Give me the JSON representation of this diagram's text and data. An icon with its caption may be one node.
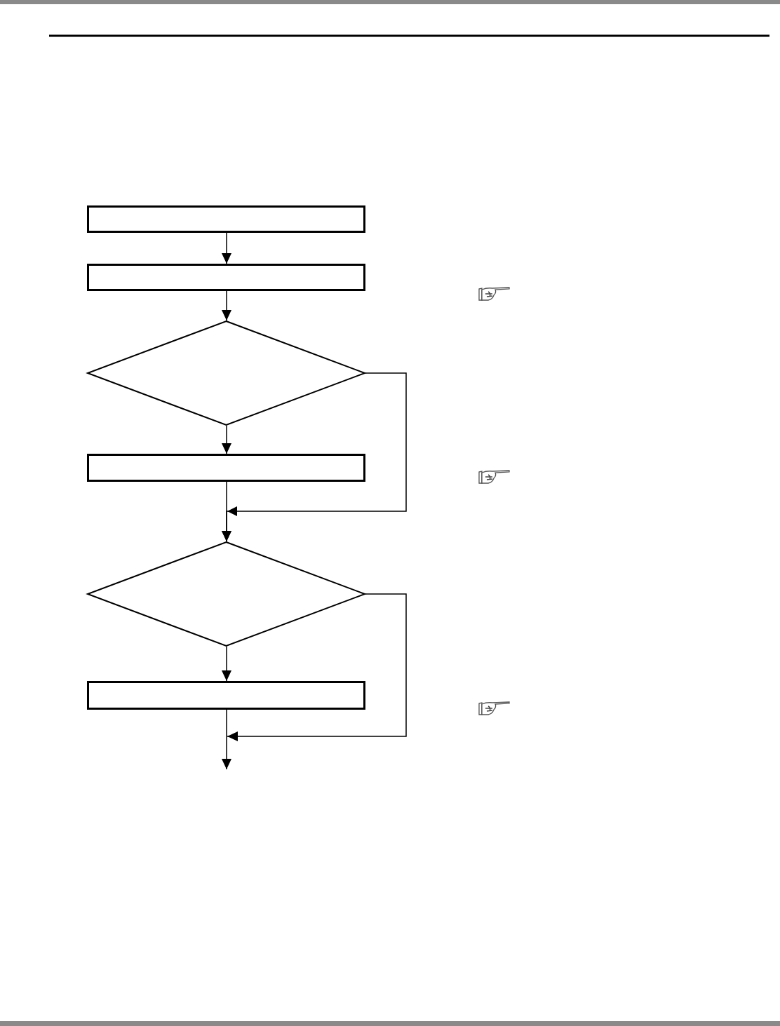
{
  "diagram": {
    "nodes": [
      {
        "text": [],
        "shape": "box"
      },
      {
        "text": [],
        "shape": "box"
      },
      {
        "text": [],
        "shape": "diamond"
      },
      {
        "text": [],
        "shape": "box"
      },
      {
        "text": [],
        "shape": "diamond"
      },
      {
        "text": [],
        "shape": "box"
      }
    ],
    "edges": [
      {
        "from": 0,
        "to": 1,
        "arrow": "to"
      },
      {
        "from": 1,
        "to": 2,
        "arrow": "to"
      },
      {
        "from": 2,
        "to": 3,
        "arrow": "to"
      },
      {
        "from": 3,
        "to": 4,
        "arrow": "to"
      },
      {
        "from": 2,
        "to": 4,
        "arrow": "to"
      },
      {
        "from": 4,
        "to": 5,
        "arrow": "to"
      },
      {
        "from": 5,
        "to": null,
        "arrow": "to"
      },
      {
        "from": 4,
        "to": null,
        "arrow": "to"
      }
    ]
  }
}
